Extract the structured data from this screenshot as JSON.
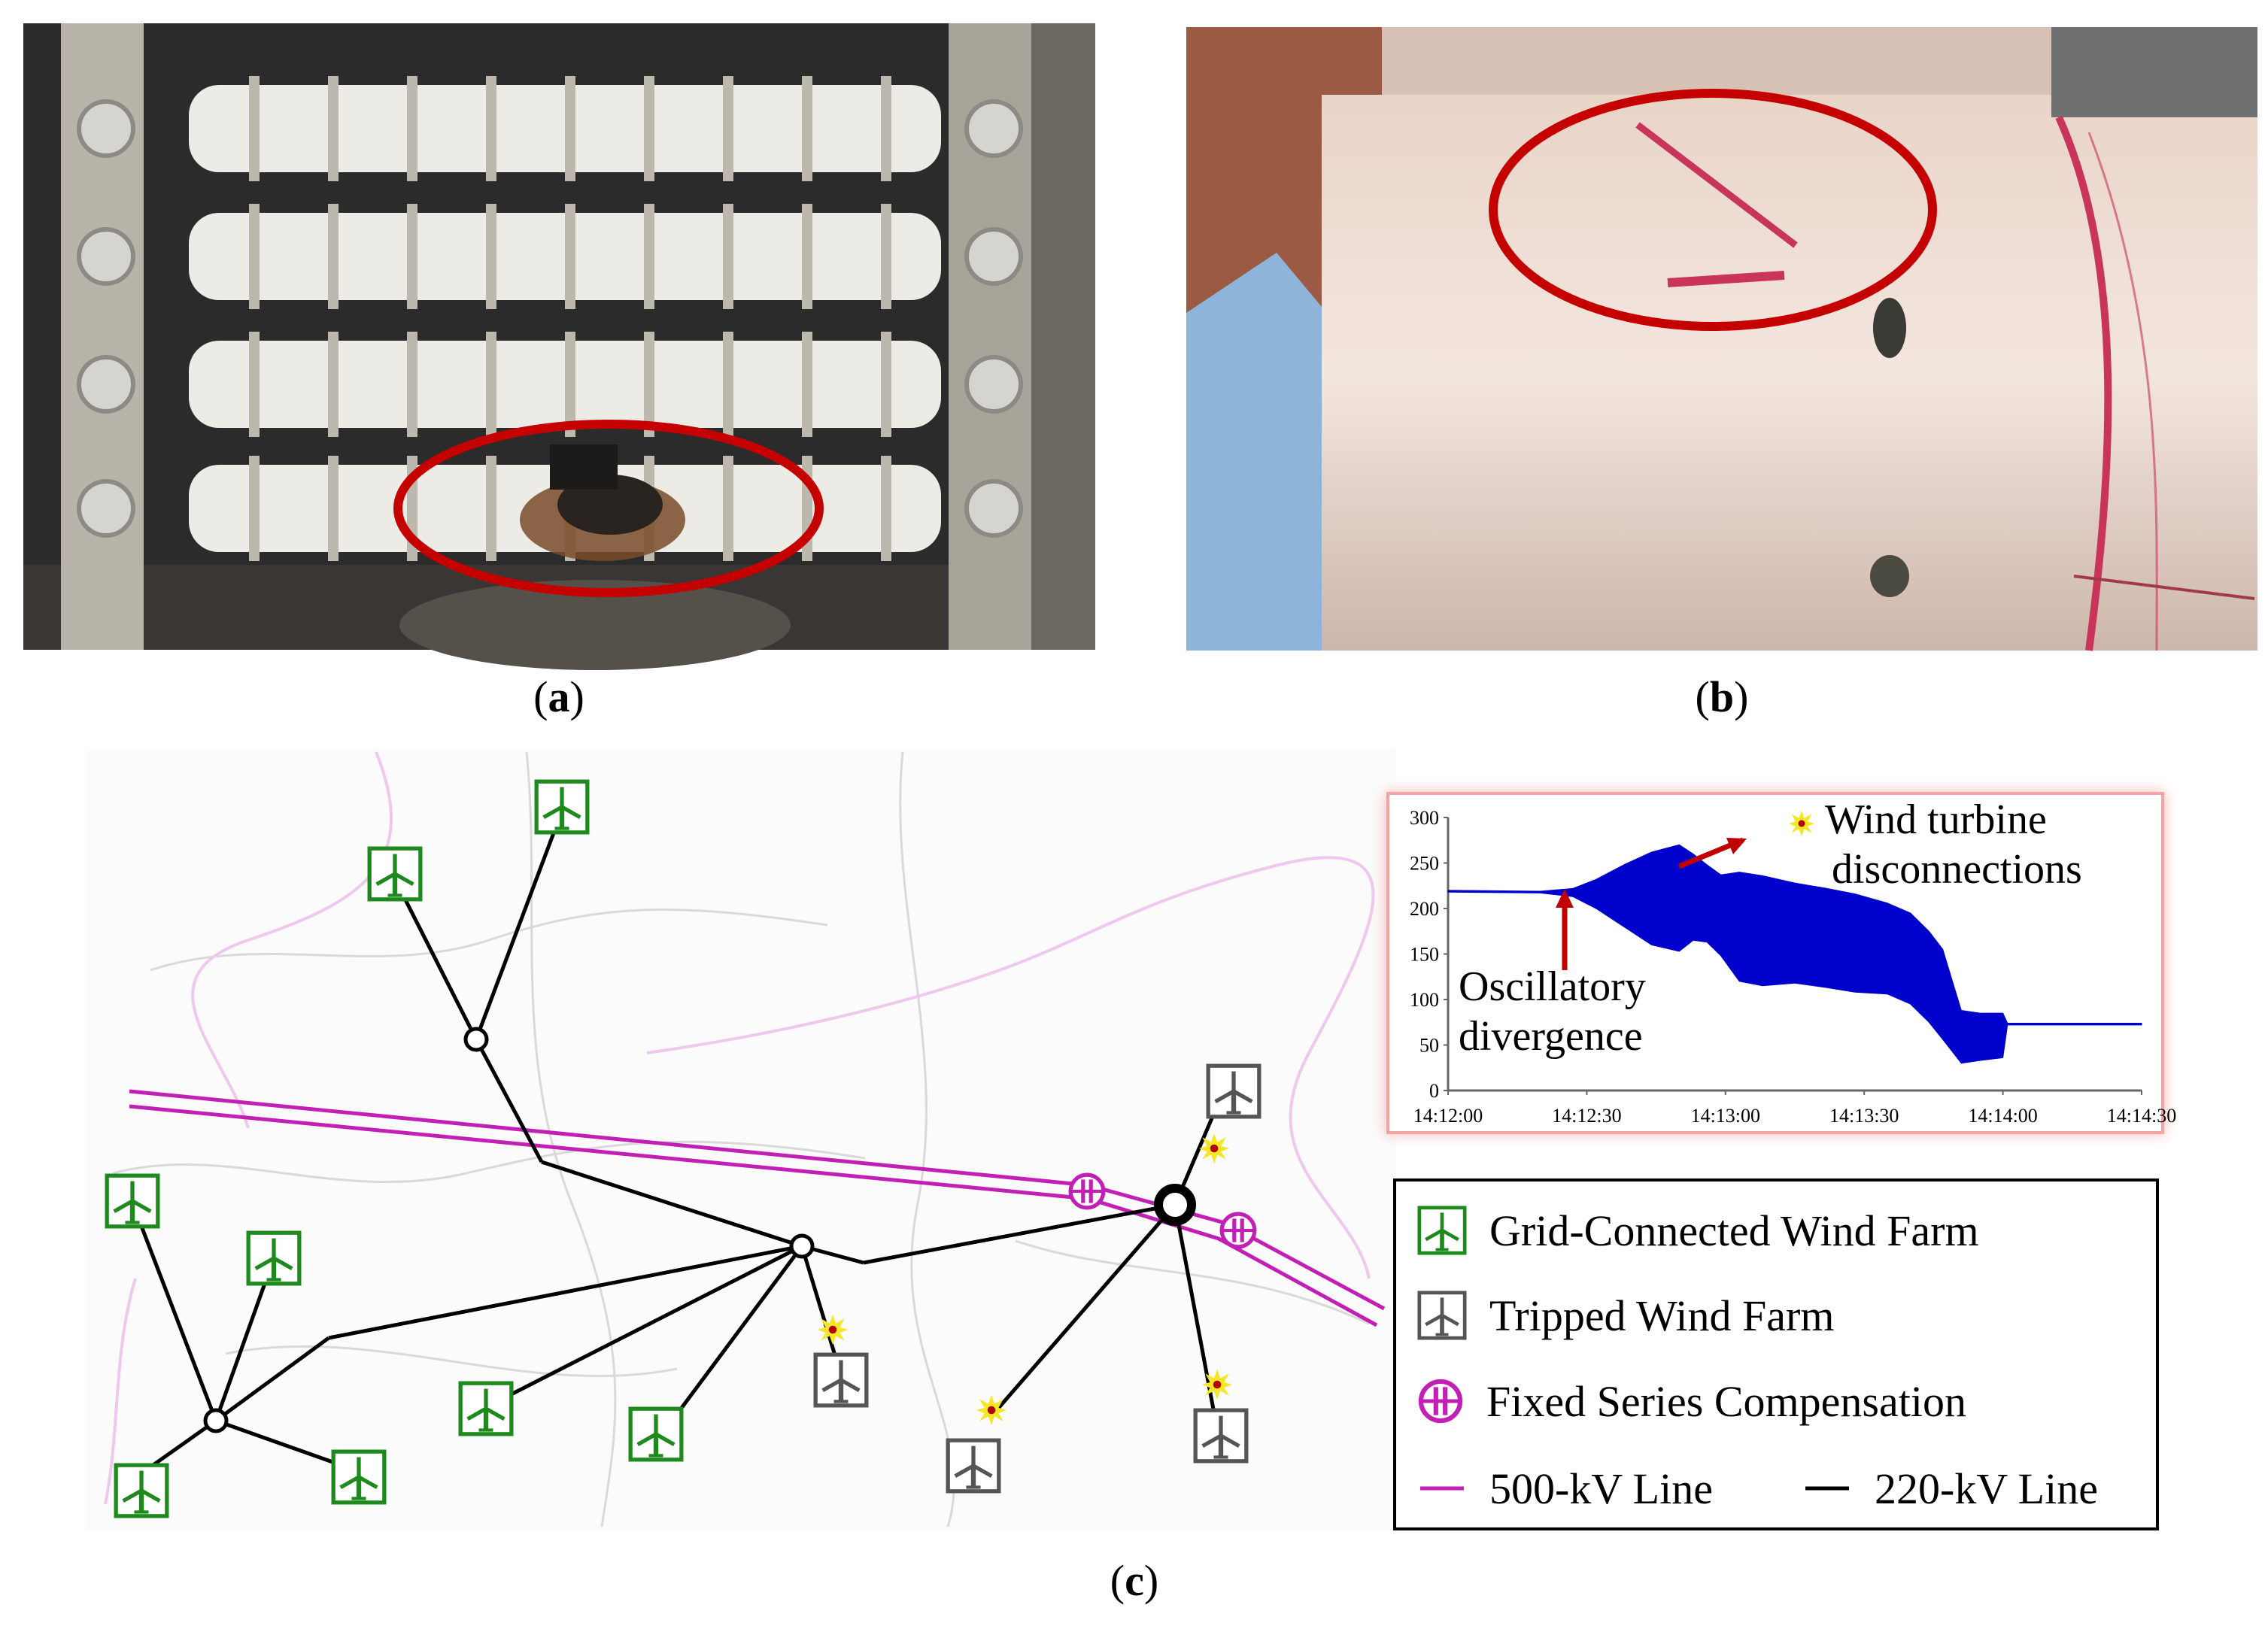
{
  "captions": {
    "a": "a",
    "b": "b",
    "c": "c"
  },
  "legend": {
    "items": [
      {
        "label": "Grid-Connected Wind Farm",
        "icon": "wind-farm-green-icon"
      },
      {
        "label": "Tripped Wind Farm",
        "icon": "wind-farm-gray-icon"
      },
      {
        "label": "Fixed Series Compensation",
        "icon": "series-compensation-icon"
      }
    ],
    "line_500": "500-kV Line",
    "line_220": "220-kV Line"
  },
  "colors": {
    "line_500": "#c21fb5",
    "line_220": "#000000",
    "grid_farm": "#1e8a1e",
    "tripped_farm": "#555555",
    "inset_border": "#f4a3a3",
    "waveform": "#0000cc",
    "arrow": "#c00000"
  },
  "annotations": {
    "turbine_disconnections": [
      "Wind turbine",
      "disconnections"
    ],
    "oscillatory": [
      "Oscillatory",
      "divergence"
    ]
  },
  "chart_data": {
    "type": "area",
    "x_ticks": [
      "14:12:00",
      "14:12:30",
      "14:13:00",
      "14:13:30",
      "14:14:00",
      "14:14:30"
    ],
    "y_ticks": [
      "0",
      "50",
      "100",
      "150",
      "200",
      "250",
      "300"
    ],
    "ylim": [
      0,
      300
    ],
    "xlim_seconds": [
      0,
      150
    ],
    "envelope_upper": [
      [
        0,
        220
      ],
      [
        20,
        219
      ],
      [
        27,
        222
      ],
      [
        32,
        232
      ],
      [
        38,
        248
      ],
      [
        44,
        262
      ],
      [
        50,
        270
      ],
      [
        53,
        260
      ],
      [
        56,
        248
      ],
      [
        59,
        237
      ],
      [
        63,
        240
      ],
      [
        68,
        236
      ],
      [
        75,
        228
      ],
      [
        82,
        222
      ],
      [
        88,
        216
      ],
      [
        95,
        206
      ],
      [
        100,
        195
      ],
      [
        104,
        175
      ],
      [
        107,
        155
      ],
      [
        111,
        88
      ],
      [
        115,
        85
      ],
      [
        120,
        85
      ],
      [
        121,
        74
      ],
      [
        150,
        74
      ]
    ],
    "envelope_lower": [
      [
        0,
        218
      ],
      [
        20,
        217
      ],
      [
        27,
        213
      ],
      [
        32,
        200
      ],
      [
        38,
        180
      ],
      [
        44,
        160
      ],
      [
        50,
        153
      ],
      [
        53,
        165
      ],
      [
        56,
        163
      ],
      [
        59,
        148
      ],
      [
        63,
        120
      ],
      [
        68,
        115
      ],
      [
        75,
        118
      ],
      [
        82,
        113
      ],
      [
        88,
        108
      ],
      [
        95,
        106
      ],
      [
        100,
        95
      ],
      [
        104,
        75
      ],
      [
        107,
        56
      ],
      [
        111,
        30
      ],
      [
        115,
        33
      ],
      [
        120,
        36
      ],
      [
        121,
        72
      ],
      [
        150,
        72
      ]
    ],
    "grid": false
  }
}
